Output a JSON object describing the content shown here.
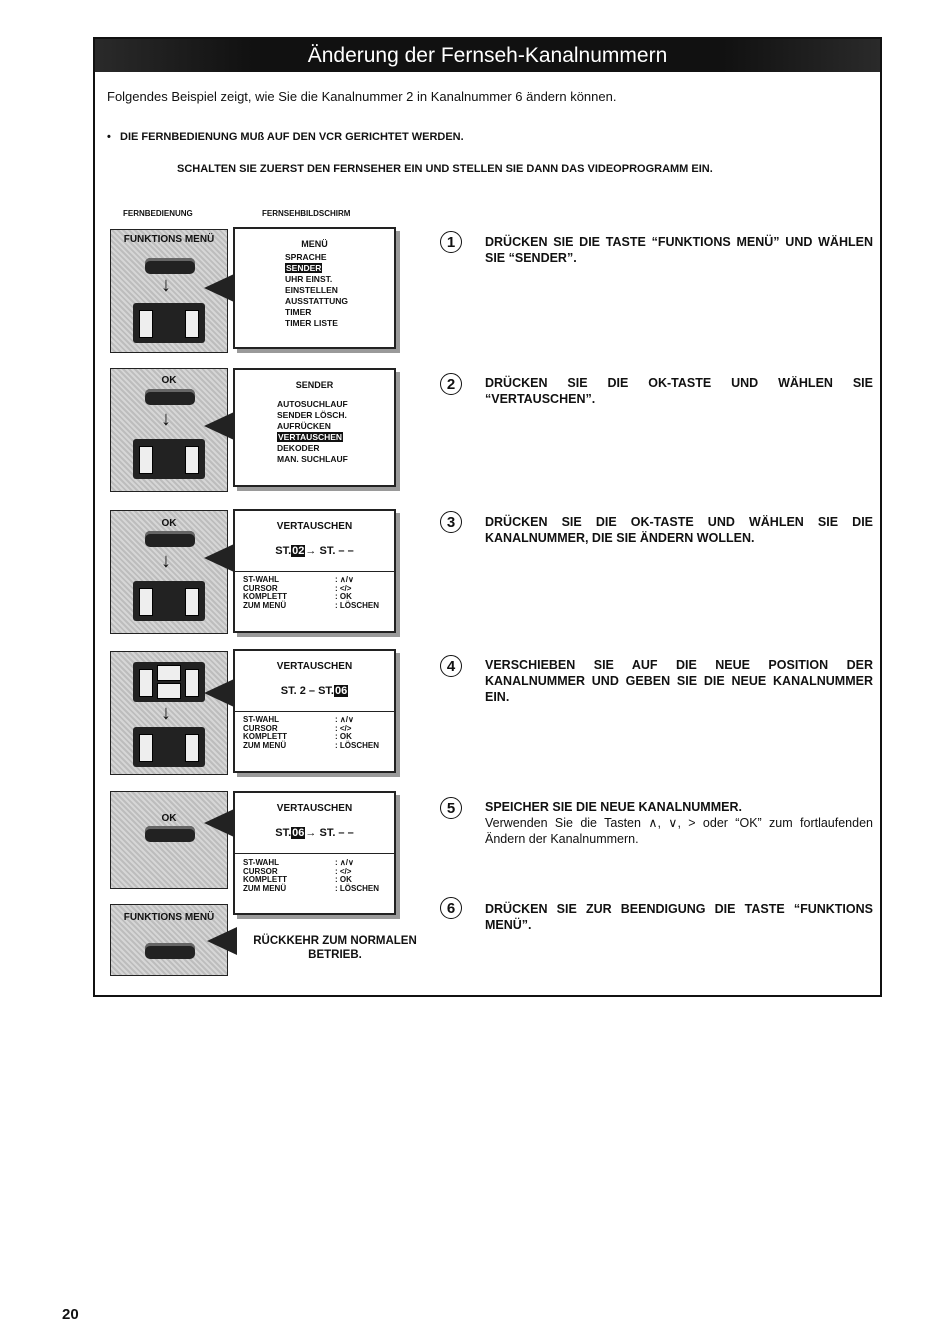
{
  "title": "Änderung der Fernseh-Kanalnummern",
  "intro": "Folgendes Beispiel zeigt, wie Sie die Kanalnummer 2 in Kanalnummer 6 ändern können.",
  "bullet": "DIE FERNBEDIENUNG MUß AUF DEN VCR GERICHTET WERDEN.",
  "bullet2": "SCHALTEN SIE ZUERST DEN FERNSEHER EIN UND STELLEN SIE DANN DAS VIDEOPROGRAMM EIN.",
  "labels": {
    "remote": "FERNBEDIENUNG",
    "screen": "FERNSEHBILDSCHIRM"
  },
  "remotes": {
    "funktions_menu": "FUNKTIONS MENÜ",
    "ok": "OK",
    "arrow": "↓"
  },
  "menu1": {
    "title": "MENÜ",
    "items": [
      "SPRACHE",
      "SENDER",
      "UHR EINST.",
      "EINSTELLEN",
      "AUSSTATTUNG",
      "TIMER",
      "TIMER LISTE"
    ]
  },
  "menu2": {
    "title": "SENDER",
    "items": [
      "AUTOSUCHLAUF",
      "SENDER LÖSCH.",
      "AUFRÜCKEN",
      "VERTAUSCHEN",
      "DEKODER",
      "MAN. SUCHLAUF"
    ]
  },
  "vert": {
    "title": "VERTAUSCHEN",
    "line3": {
      "a": "ST.",
      "b": "02",
      "c": "→ ST. – –"
    },
    "line4": {
      "a": "ST. 2 – ST.",
      "b": "06"
    },
    "line5": {
      "a": "ST.",
      "b": "06",
      "c": "→ ST. – –"
    },
    "keys": [
      "ST-WAHL",
      "CURSOR",
      "KOMPLETT",
      "ZUM MENÜ"
    ],
    "vals": [
      ": ∧/∨",
      ": </>",
      ": OK",
      ": LÖSCHEN"
    ]
  },
  "return": "RÜCKKEHR ZUM NORMALEN BETRIEB.",
  "steps": [
    {
      "num": "1",
      "text": "DRÜCKEN SIE DIE TASTE “FUNKTIONS MENÜ” UND WÄHLEN SIE “SENDER”."
    },
    {
      "num": "2",
      "text": "DRÜCKEN SIE DIE OK-TASTE UND WÄHLEN SIE “VERTAUSCHEN”."
    },
    {
      "num": "3",
      "text": "DRÜCKEN SIE DIE OK-TASTE UND WÄHLEN SIE DIE KANALNUMMER, DIE SIE ÄNDERN WOLLEN."
    },
    {
      "num": "4",
      "text": "VERSCHIEBEN SIE AUF DIE NEUE POSITION DER KANALNUMMER UND GEBEN SIE DIE NEUE KANALNUMMER EIN."
    },
    {
      "num": "5",
      "text": "SPEICHER SIE DIE NEUE KANALNUMMER.",
      "sub": "Verwenden Sie die Tasten ∧, ∨, > oder “OK” zum fortlaufenden Ändern der Kanalnummern."
    },
    {
      "num": "6",
      "text": "DRÜCKEN SIE ZUR BEENDIGUNG DIE TASTE “FUNKTIONS MENÜ”."
    }
  ],
  "page_number": "20"
}
